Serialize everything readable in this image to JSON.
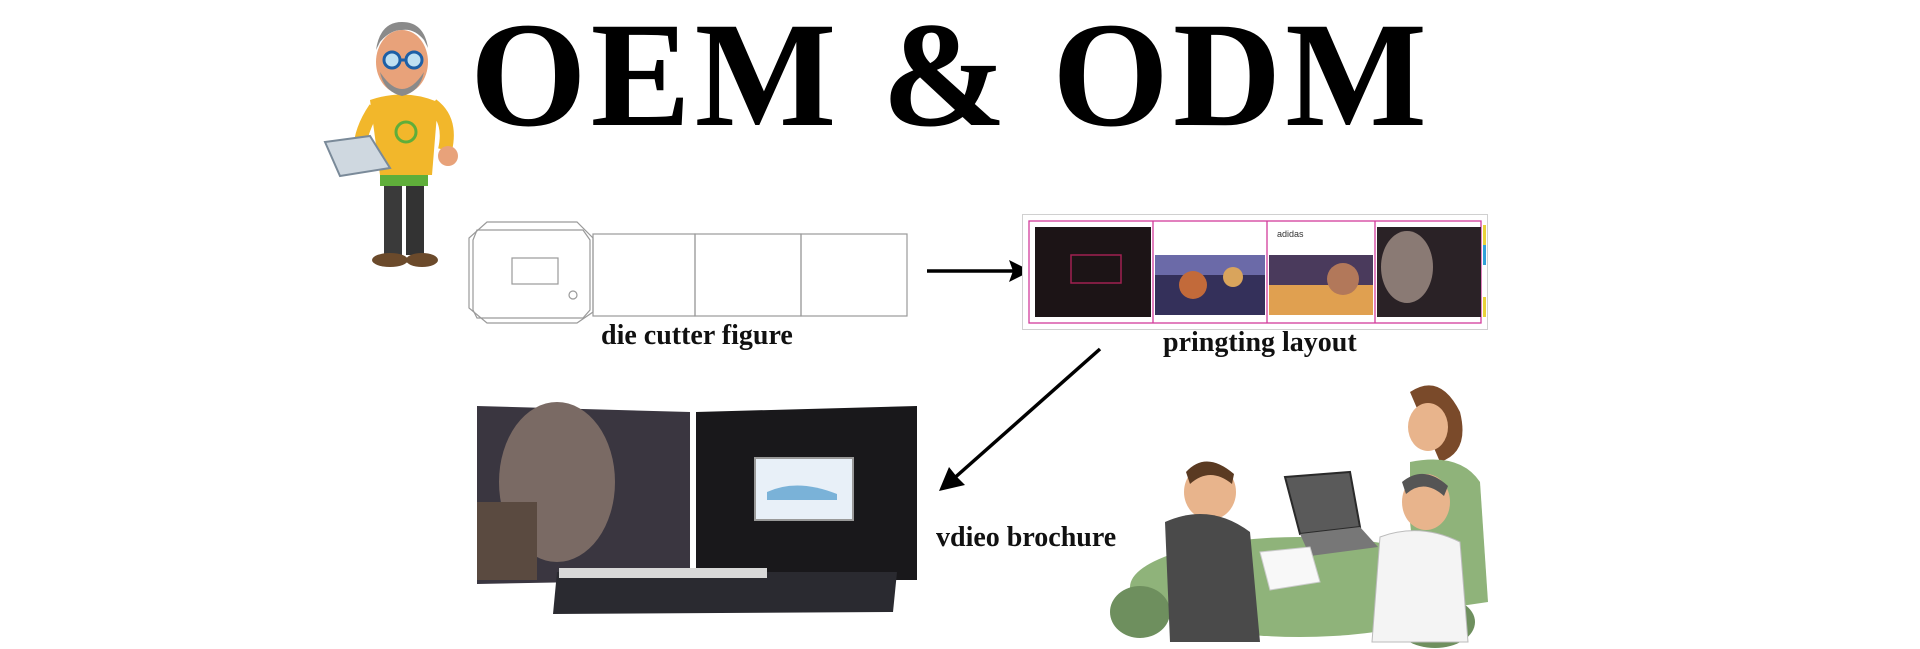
{
  "header": {
    "title": "OEM & ODM"
  },
  "steps": {
    "die_cutter_label": "die cutter figure",
    "printing_layout_label": "pringting layout",
    "video_brochure_label": "vdieo brochure"
  },
  "printing_layout": {
    "brand_text": "adidas"
  },
  "colors": {
    "title": "#000000",
    "caption": "#111111",
    "arrow": "#000000",
    "magenta_guide": "#d23c9b",
    "dark_panel": "#1c1416",
    "table_green": "#8fb37a"
  }
}
